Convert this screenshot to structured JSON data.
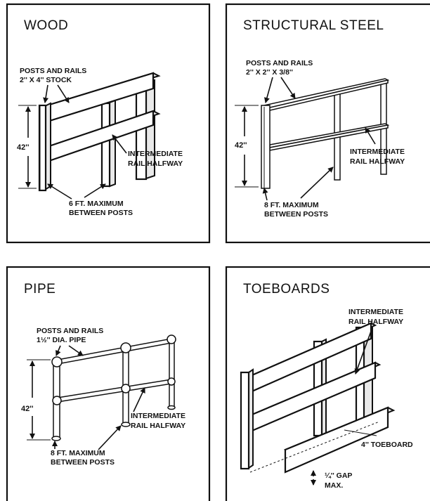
{
  "panels": {
    "wood": {
      "title": "WOOD",
      "posts_line1": "POSTS AND RAILS",
      "posts_line2": "2'' X 4'' STOCK",
      "height": "42''",
      "mid_line1": "INTERMEDIATE",
      "mid_line2": "RAIL HALFWAY",
      "spacing_line1": "6 FT. MAXIMUM",
      "spacing_line2": "BETWEEN POSTS"
    },
    "steel": {
      "title": "STRUCTURAL STEEL",
      "posts_line1": "POSTS AND RAILS",
      "posts_line2": "2'' X 2'' X 3/8''",
      "height": "42''",
      "mid_line1": "INTERMEDIATE",
      "mid_line2": "RAIL HALFWAY",
      "spacing_line1": "8 FT. MAXIMUM",
      "spacing_line2": "BETWEEN POSTS"
    },
    "pipe": {
      "title": "PIPE",
      "posts_line1": "POSTS AND RAILS",
      "posts_line2": "1½'' DIA. PIPE",
      "height": "42''",
      "mid_line1": "INTERMEDIATE",
      "mid_line2": "RAIL HALFWAY",
      "spacing_line1": "8 FT. MAXIMUM",
      "spacing_line2": "BETWEEN POSTS"
    },
    "toeboards": {
      "title": "TOEBOARDS",
      "mid_line1": "INTERMEDIATE",
      "mid_line2": "RAIL HALFWAY",
      "toeboard": "4'' TOEBOARD",
      "gap_line1": "¼'' GAP",
      "gap_line2": "MAX."
    }
  }
}
